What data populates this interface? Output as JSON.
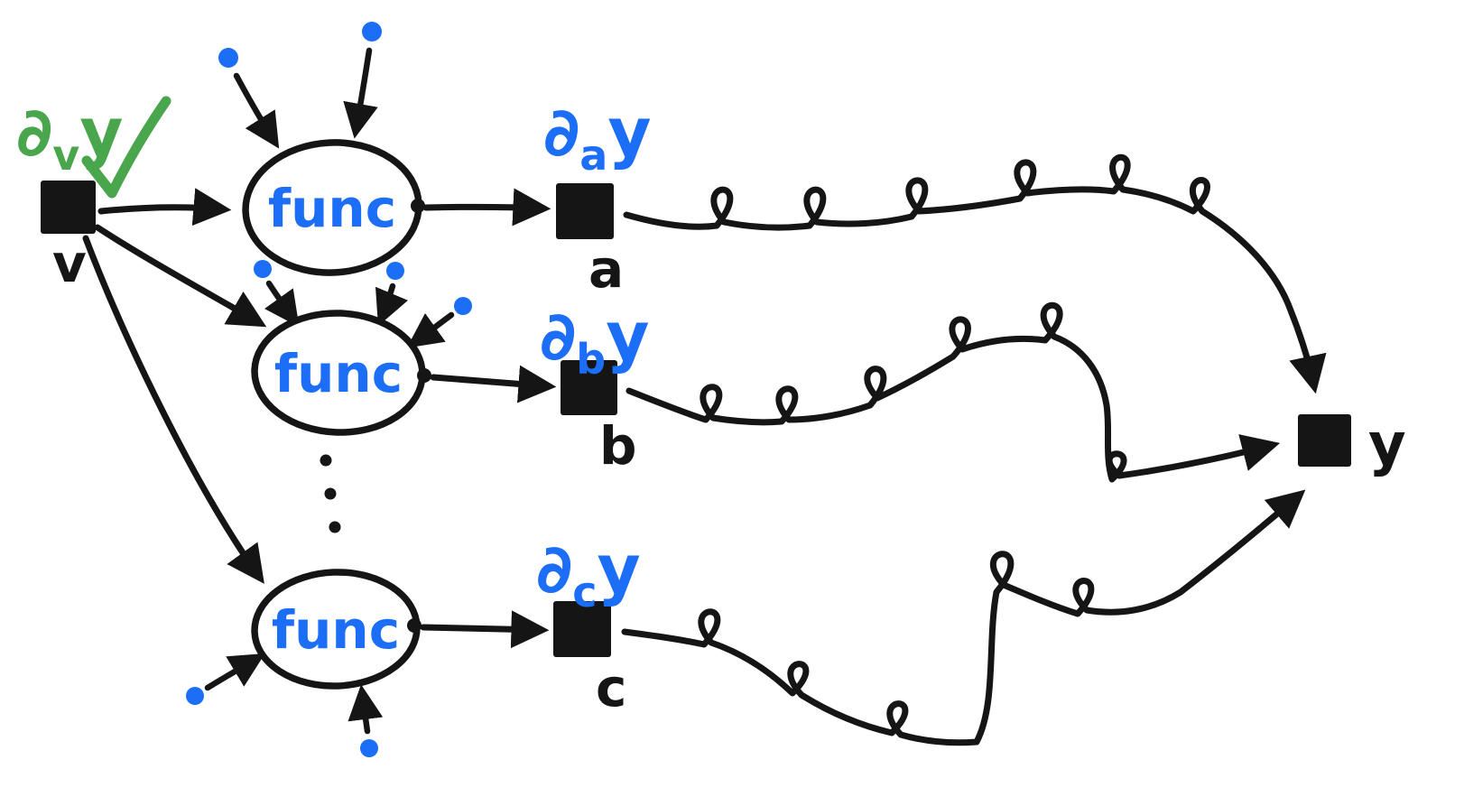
{
  "colors": {
    "ink": "#151515",
    "accent_blue": "#1b6ef5",
    "accent_green": "#4aa64d",
    "background": "#ffffff"
  },
  "icons": {
    "checkmark": "✓",
    "input_dot": "blue filled dot",
    "output_dot": "black filled dot"
  },
  "func": {
    "label": "func"
  },
  "nodes": {
    "v": {
      "label": "v",
      "grad": {
        "partial": "∂",
        "sub": "v",
        "of": "y"
      }
    },
    "a": {
      "label": "a",
      "grad": {
        "partial": "∂",
        "sub": "a",
        "of": "y"
      }
    },
    "b": {
      "label": "b",
      "grad": {
        "partial": "∂",
        "sub": "b",
        "of": "y"
      }
    },
    "c": {
      "label": "c",
      "grad": {
        "partial": "∂",
        "sub": "c",
        "of": "y"
      }
    },
    "y": {
      "label": "y"
    }
  }
}
